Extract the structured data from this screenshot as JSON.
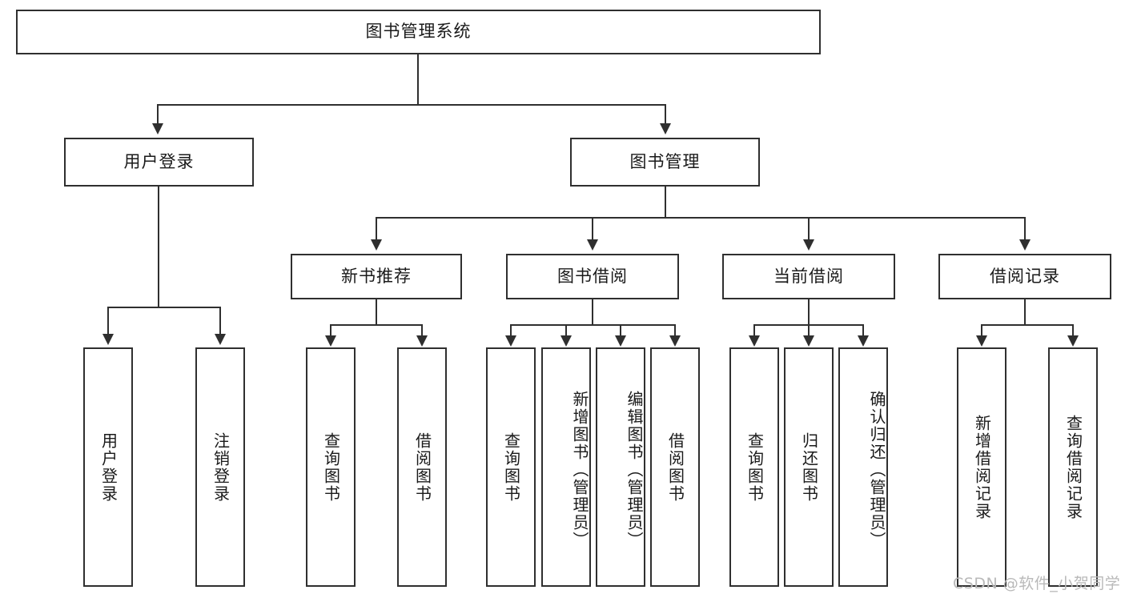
{
  "diagram": {
    "title": "图书管理系统",
    "type": "hierarchy-tree",
    "root": {
      "label": "图书管理系统"
    },
    "level2": [
      {
        "label": "用户登录"
      },
      {
        "label": "图书管理"
      }
    ],
    "level3": [
      {
        "label": "新书推荐"
      },
      {
        "label": "图书借阅"
      },
      {
        "label": "当前借阅"
      },
      {
        "label": "借阅记录"
      }
    ],
    "leaves": {
      "user_login": [
        {
          "label": "用户登录"
        },
        {
          "label": "注销登录"
        }
      ],
      "new_book_recommend": [
        {
          "label": "查询图书"
        },
        {
          "label": "借阅图书"
        }
      ],
      "book_borrow": [
        {
          "label": "查询图书"
        },
        {
          "label": "新增图书（管理员）"
        },
        {
          "label": "编辑图书（管理员）"
        },
        {
          "label": "借阅图书"
        }
      ],
      "current_borrow": [
        {
          "label": "查询图书"
        },
        {
          "label": "归还图书"
        },
        {
          "label": "确认归还（管理员）"
        }
      ],
      "borrow_record": [
        {
          "label": "新增借阅记录"
        },
        {
          "label": "查询借阅记录"
        }
      ]
    },
    "watermark": "CSDN @软件_小贺同学",
    "colors": {
      "stroke": "#2f2f2f",
      "fill": "#ffffff",
      "text": "#1a1a1a",
      "watermark": "#b9b9b9"
    }
  }
}
